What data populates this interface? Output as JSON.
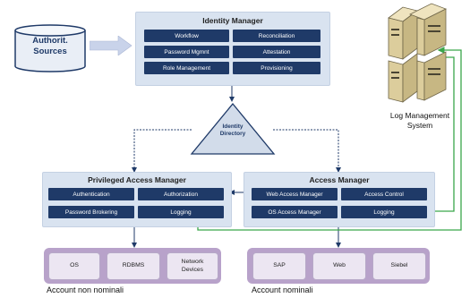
{
  "sources": {
    "label_line1": "Authorit.",
    "label_line2": "Sources"
  },
  "identity_manager": {
    "title": "Identity Manager",
    "cells": [
      "Workflow",
      "Reconciliation",
      "Password Mgmnt",
      "Attestation",
      "Role Management",
      "Provisioning"
    ]
  },
  "directory": {
    "line1": "Identity",
    "line2": "Directory"
  },
  "pam": {
    "title": "Privileged Access Manager",
    "cells": [
      "Authentication",
      "Authorization",
      "Password Brokering",
      "Logging"
    ]
  },
  "access_manager": {
    "title": "Access Manager",
    "cells": [
      "Web Access  Manager",
      "Access Control",
      "OS  Access Manager",
      "Logging"
    ]
  },
  "log_management": {
    "line1": "Log Management",
    "line2": "System"
  },
  "non_nominal": {
    "items": [
      "OS",
      "RDBMS",
      "Network Devices"
    ],
    "network_line1": "Network",
    "network_line2": "Devices",
    "caption": "Account non nominali"
  },
  "nominal": {
    "items": [
      "SAP",
      "Web",
      "Siebel"
    ],
    "caption": "Account nominali"
  },
  "colors": {
    "panel": "#d9e3f0",
    "cell": "#1f3a68",
    "target_group": "#b8a2ca",
    "log_arrow": "#3aa64a",
    "flow_arrow": "#1f3a68"
  }
}
